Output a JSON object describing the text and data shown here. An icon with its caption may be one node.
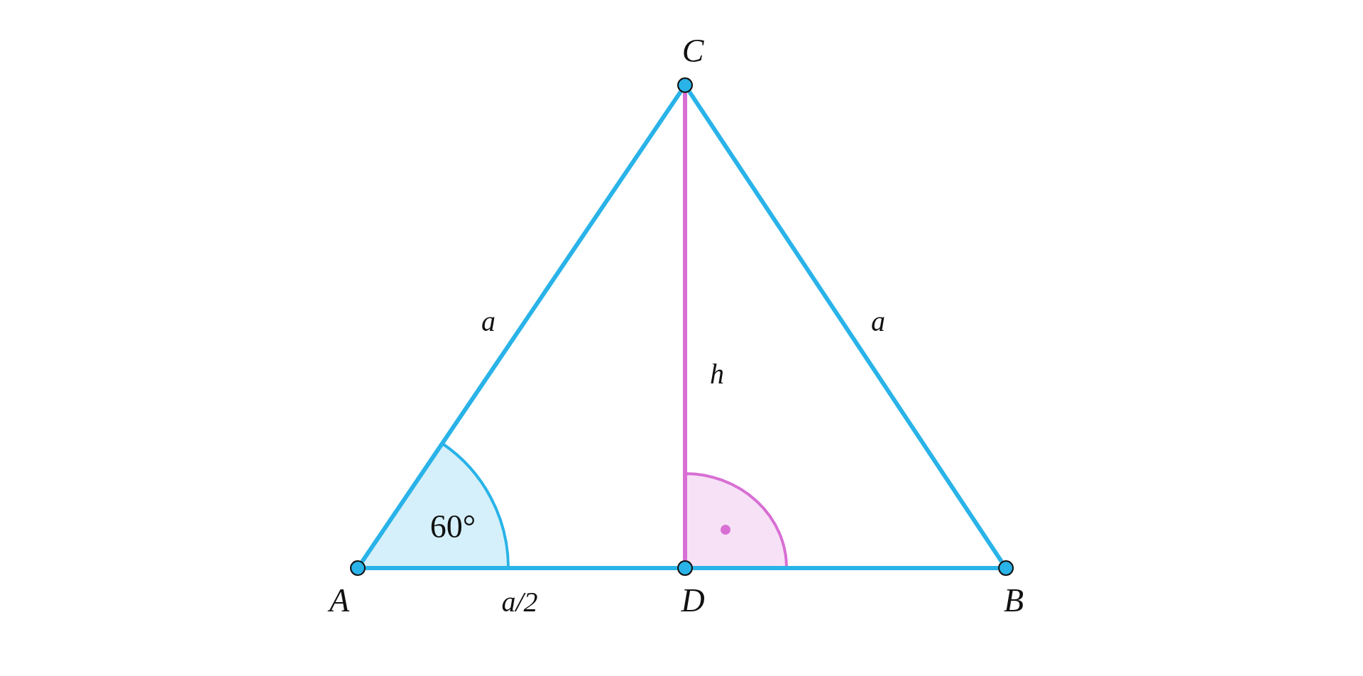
{
  "diagram": {
    "nodes": [
      {
        "text": [
          "C"
        ]
      },
      {
        "text": [
          "A"
        ]
      },
      {
        "text": [
          "D"
        ]
      },
      {
        "text": [
          "B"
        ]
      }
    ],
    "edges": [
      {
        "from": 1,
        "to": 0,
        "arrow": "none",
        "label": "a"
      },
      {
        "from": 0,
        "to": 3,
        "arrow": "none",
        "label": "a"
      },
      {
        "from": 1,
        "to": 2,
        "arrow": "none",
        "label": "a/2"
      },
      {
        "from": 2,
        "to": 3,
        "arrow": "none"
      },
      {
        "from": 0,
        "to": 2,
        "arrow": "none",
        "label": "h",
        "color": "#d86fd4"
      }
    ],
    "labels": [
      "60°"
    ]
  }
}
